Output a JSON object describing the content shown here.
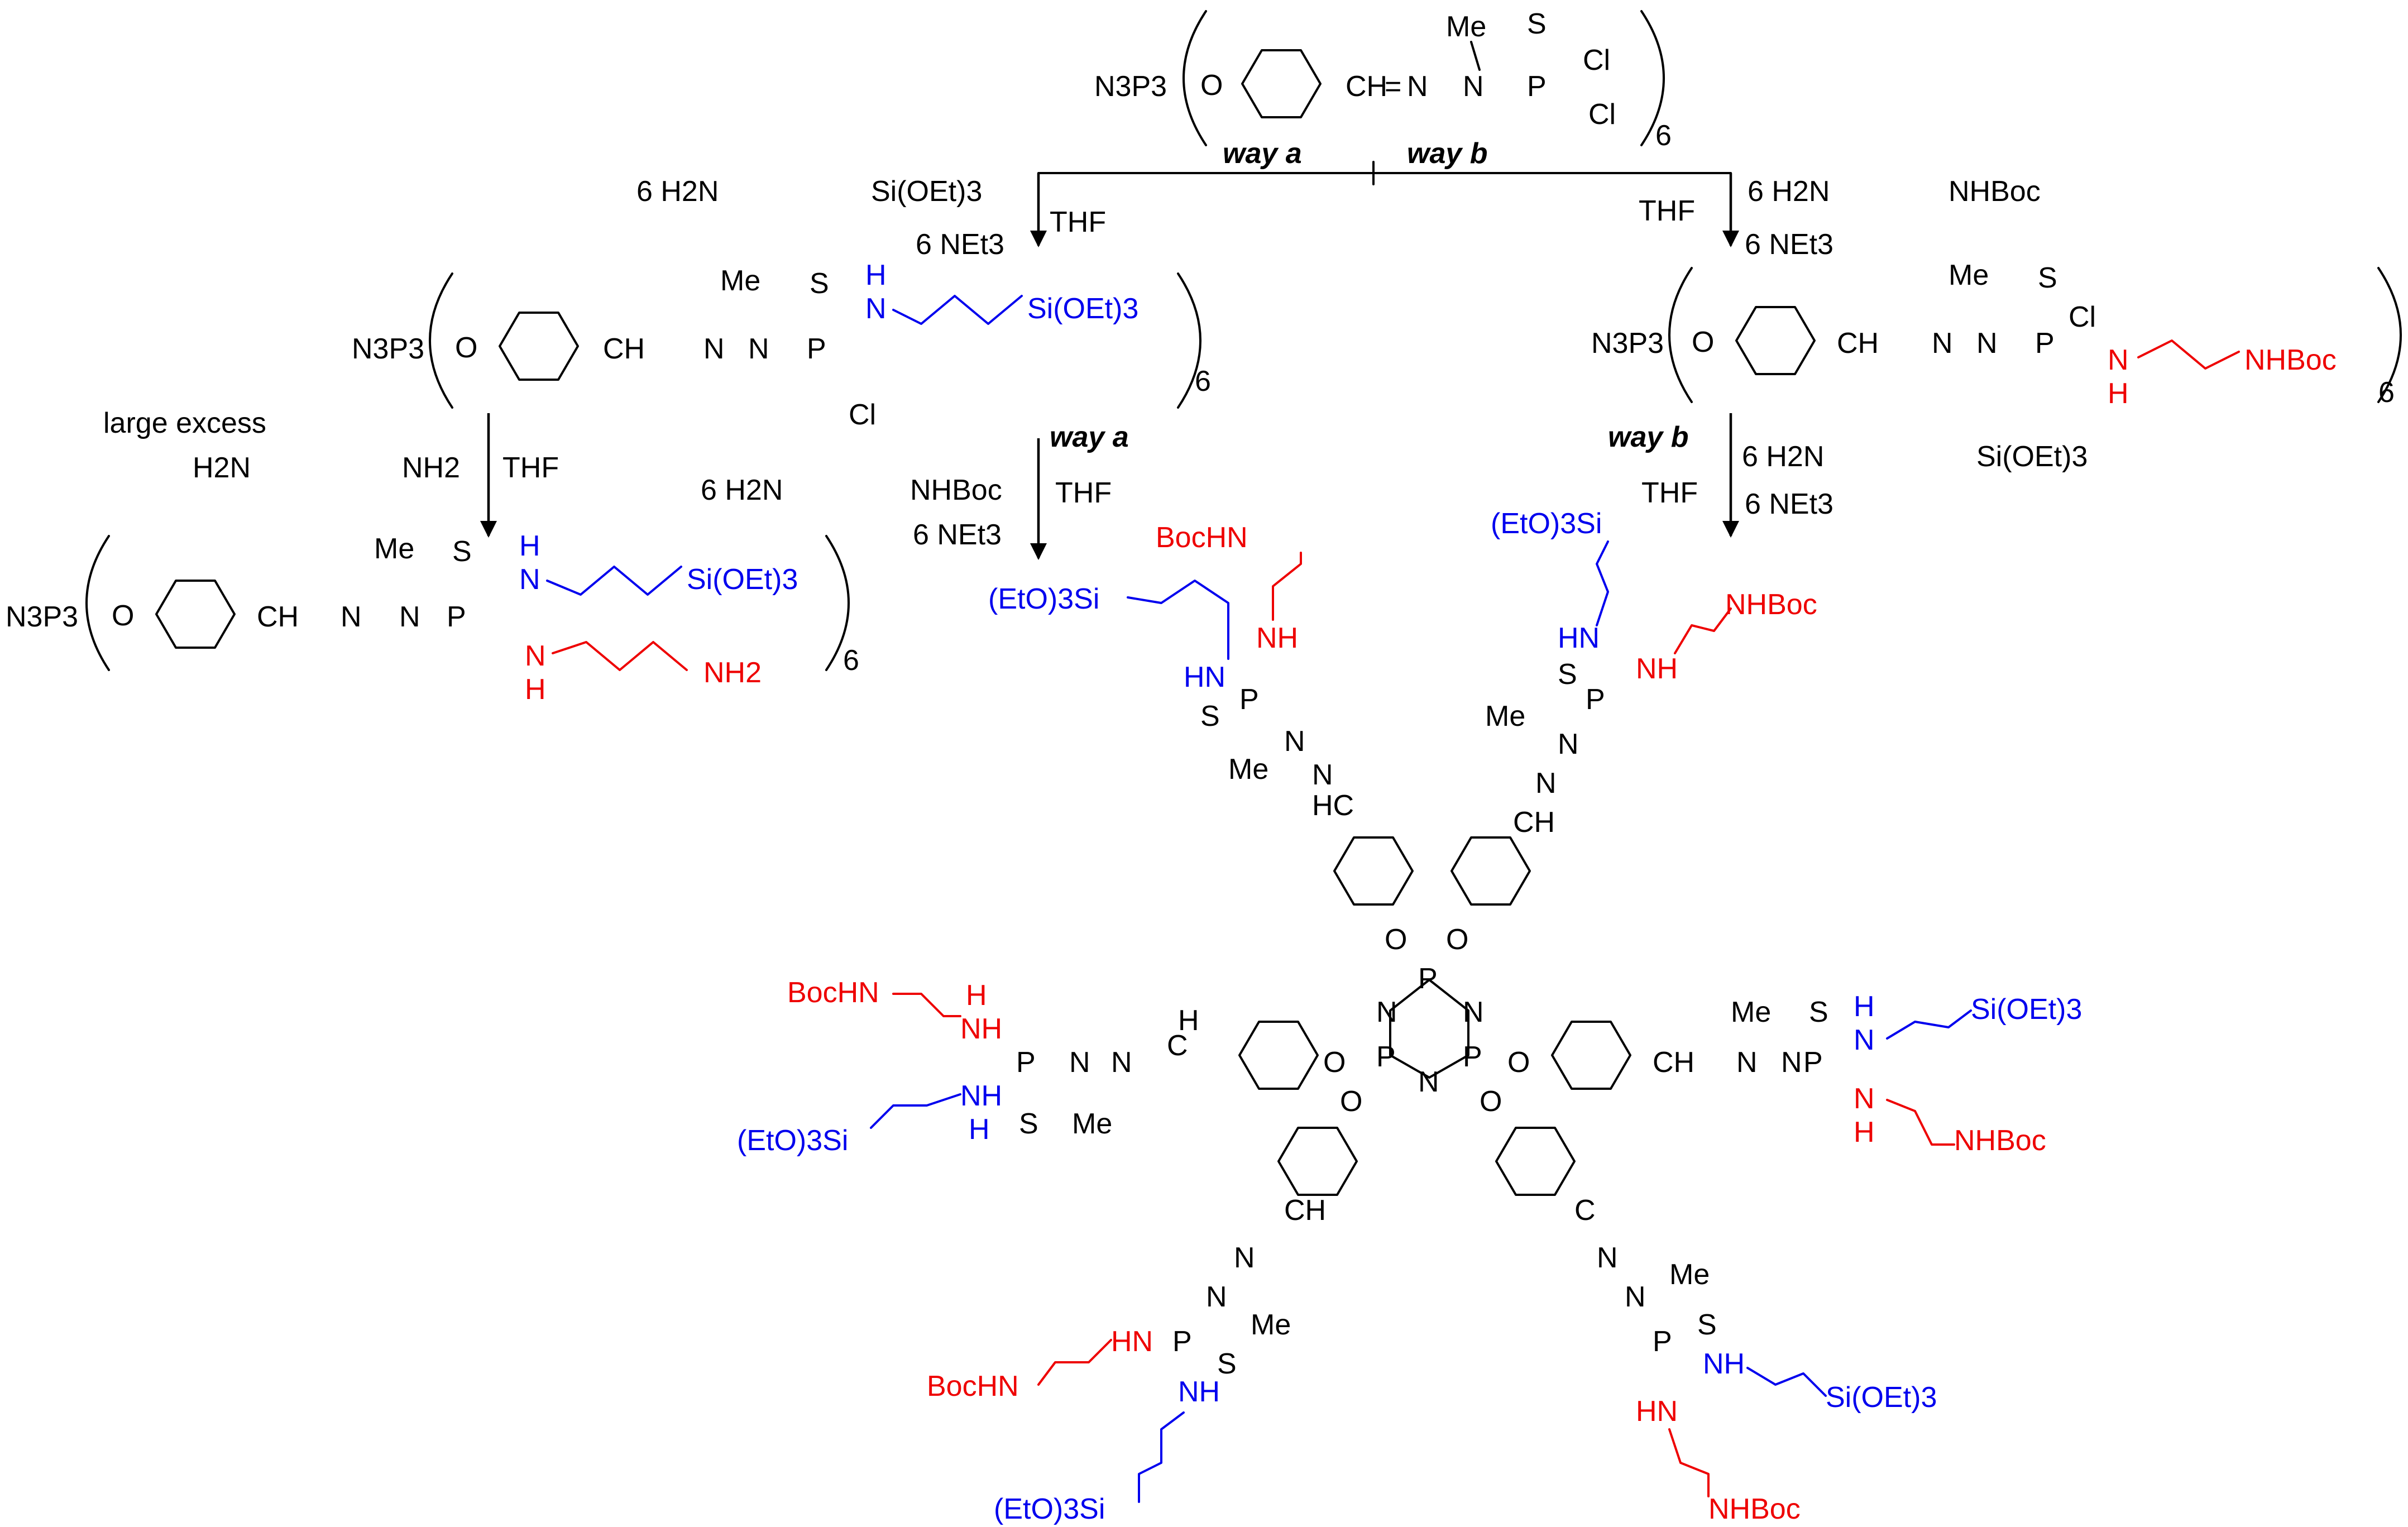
{
  "colors": {
    "black": "#000000",
    "blue": "#0000ee",
    "red": "#ee0000"
  },
  "labels": {
    "way_a": "way a",
    "way_b": "way b",
    "thf": "THF",
    "six_net3": "6 NEt3",
    "six": "6",
    "six_h2n": "6 H2N",
    "h2n": "H2N",
    "si_oet3": "Si(OEt)3",
    "eto3si": "(EtO)3Si",
    "nhboc": "NHBoc",
    "bochn": "BocHN",
    "large_excess": "large excess",
    "nh2": "NH2",
    "n3p3": "N3P3",
    "o": "O",
    "ch": "CH",
    "hc": "HC",
    "h": "H",
    "c": "C",
    "n": "N",
    "p": "P",
    "s": "S",
    "cl": "Cl",
    "me": "Me",
    "nh": "NH",
    "hn": "HN",
    "eq": "=",
    "dash": "–"
  }
}
